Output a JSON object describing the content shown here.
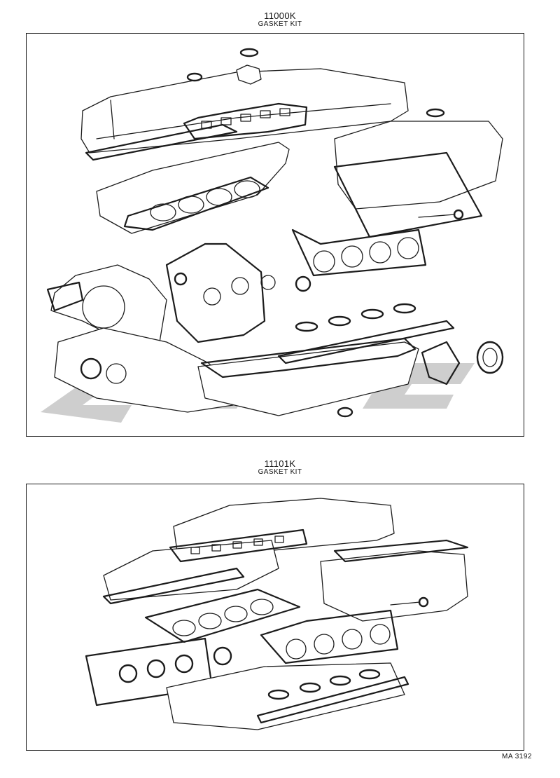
{
  "kits": [
    {
      "code": "11000K",
      "name": "GASKET KIT"
    },
    {
      "code": "11101K",
      "name": "GASKET KIT"
    }
  ],
  "reference_code": "MA 3192",
  "icons": [
    "engine-gasket-exploded-diagram",
    "watermark-logo"
  ]
}
